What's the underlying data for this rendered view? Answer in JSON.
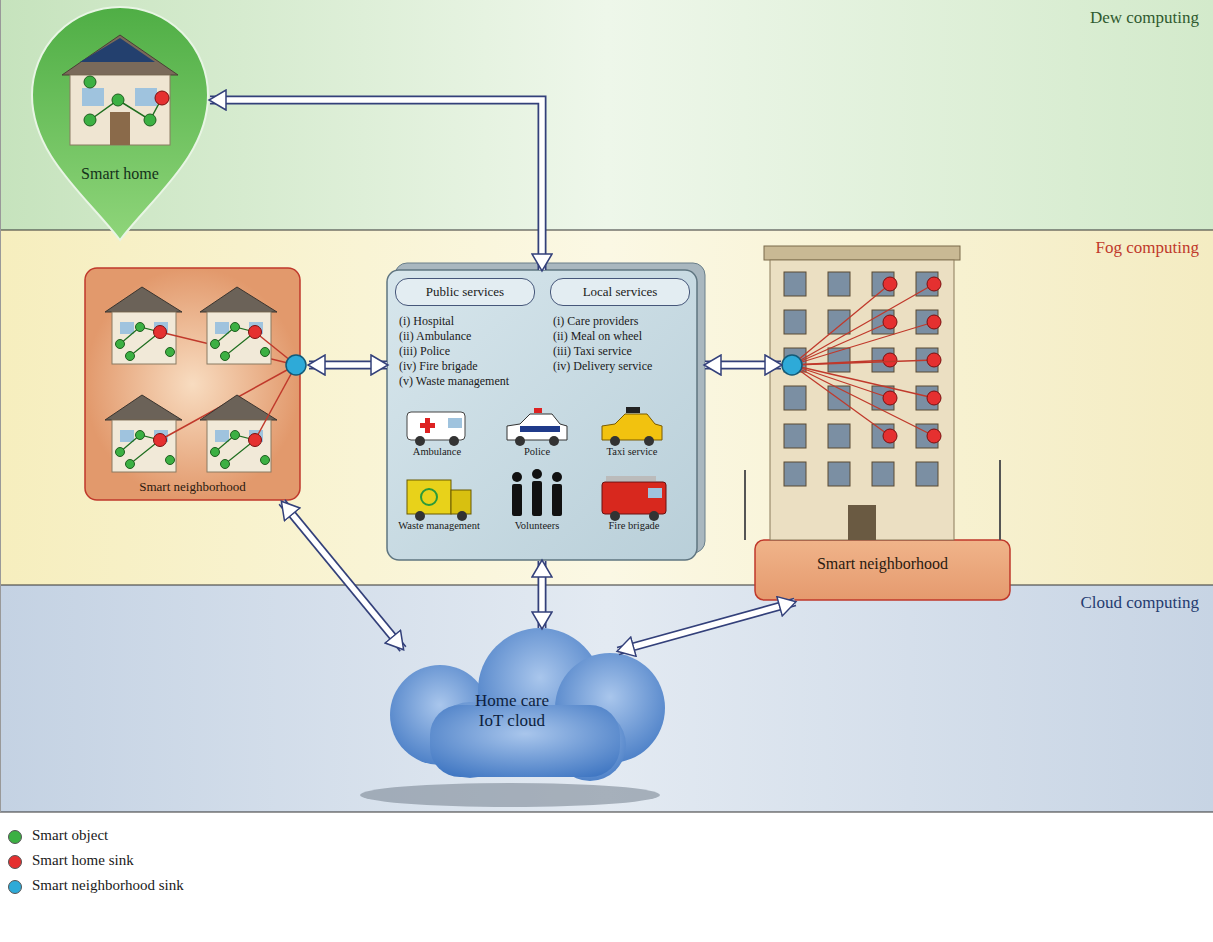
{
  "diagram": {
    "nodes": [
      {
        "text": [
          "Dew computing"
        ]
      },
      {
        "text": [
          "Fog computing"
        ]
      },
      {
        "text": [
          "Cloud computing"
        ]
      },
      {
        "text": [
          "Smart home"
        ],
        "in": 0
      },
      {
        "text": [
          "Smart neighborhood"
        ],
        "in": 1
      },
      {
        "text": [
          "(i) Hospital",
          "(ii) Ambulance",
          "(iii) Police",
          "(iv) Fire brigade",
          "(v) Waste management",
          "(i) Care providers",
          "(ii) Meal on wheel",
          "(iii) Taxi service",
          "(iv) Delivery service",
          "Ambulance",
          "Police",
          "Taxi service",
          "Waste management",
          "Volunteers",
          "Fire brigade"
        ],
        "in": 1
      },
      {
        "text": [
          "Public services"
        ],
        "in": 5
      },
      {
        "text": [
          "Local services"
        ],
        "in": 5
      },
      {
        "text": [
          "Smart neighborhood"
        ],
        "in": 1
      },
      {
        "text": [
          "Home care IoT cloud"
        ],
        "in": 2
      }
    ],
    "edges": [
      {
        "from": 3,
        "to": 5,
        "arrow": "both"
      },
      {
        "from": 4,
        "to": 5,
        "arrow": "both"
      },
      {
        "from": 5,
        "to": 8,
        "arrow": "both"
      },
      {
        "from": 4,
        "to": 9,
        "arrow": "both"
      },
      {
        "from": 5,
        "to": 9,
        "arrow": "both"
      },
      {
        "from": 8,
        "to": 9,
        "arrow": "both"
      }
    ],
    "legend": [
      {
        "text": "Smart object",
        "color": "#3cb043"
      },
      {
        "text": "Smart home sink",
        "color": "#e53030"
      },
      {
        "text": "Smart neighborhood sink",
        "color": "#2eaad8"
      }
    ]
  }
}
